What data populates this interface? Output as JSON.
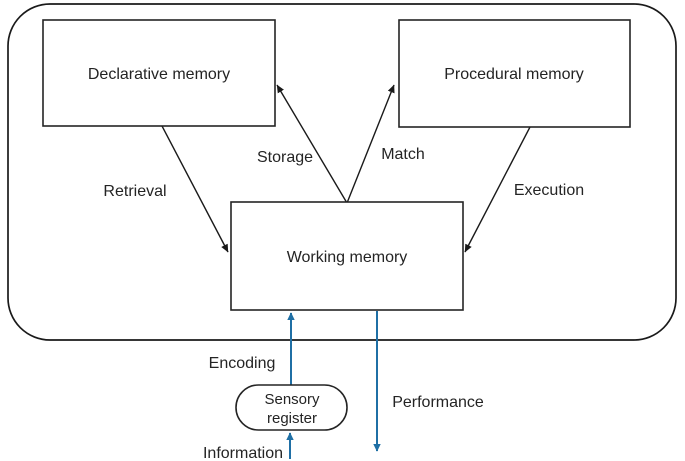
{
  "diagram": {
    "nodes": {
      "declarative": {
        "label": "Declarative memory"
      },
      "procedural": {
        "label": "Procedural memory"
      },
      "working": {
        "label": "Working memory"
      },
      "sensory_register": {
        "lines": [
          "Sensory",
          "register"
        ]
      }
    },
    "edge_labels": {
      "retrieval": "Retrieval",
      "storage": "Storage",
      "match": "Match",
      "execution": "Execution",
      "encoding": "Encoding",
      "performance": "Performance",
      "information": "Information"
    },
    "colors": {
      "line_black": "#1a1a1a",
      "arrow_blue": "#1F6FA5"
    }
  }
}
